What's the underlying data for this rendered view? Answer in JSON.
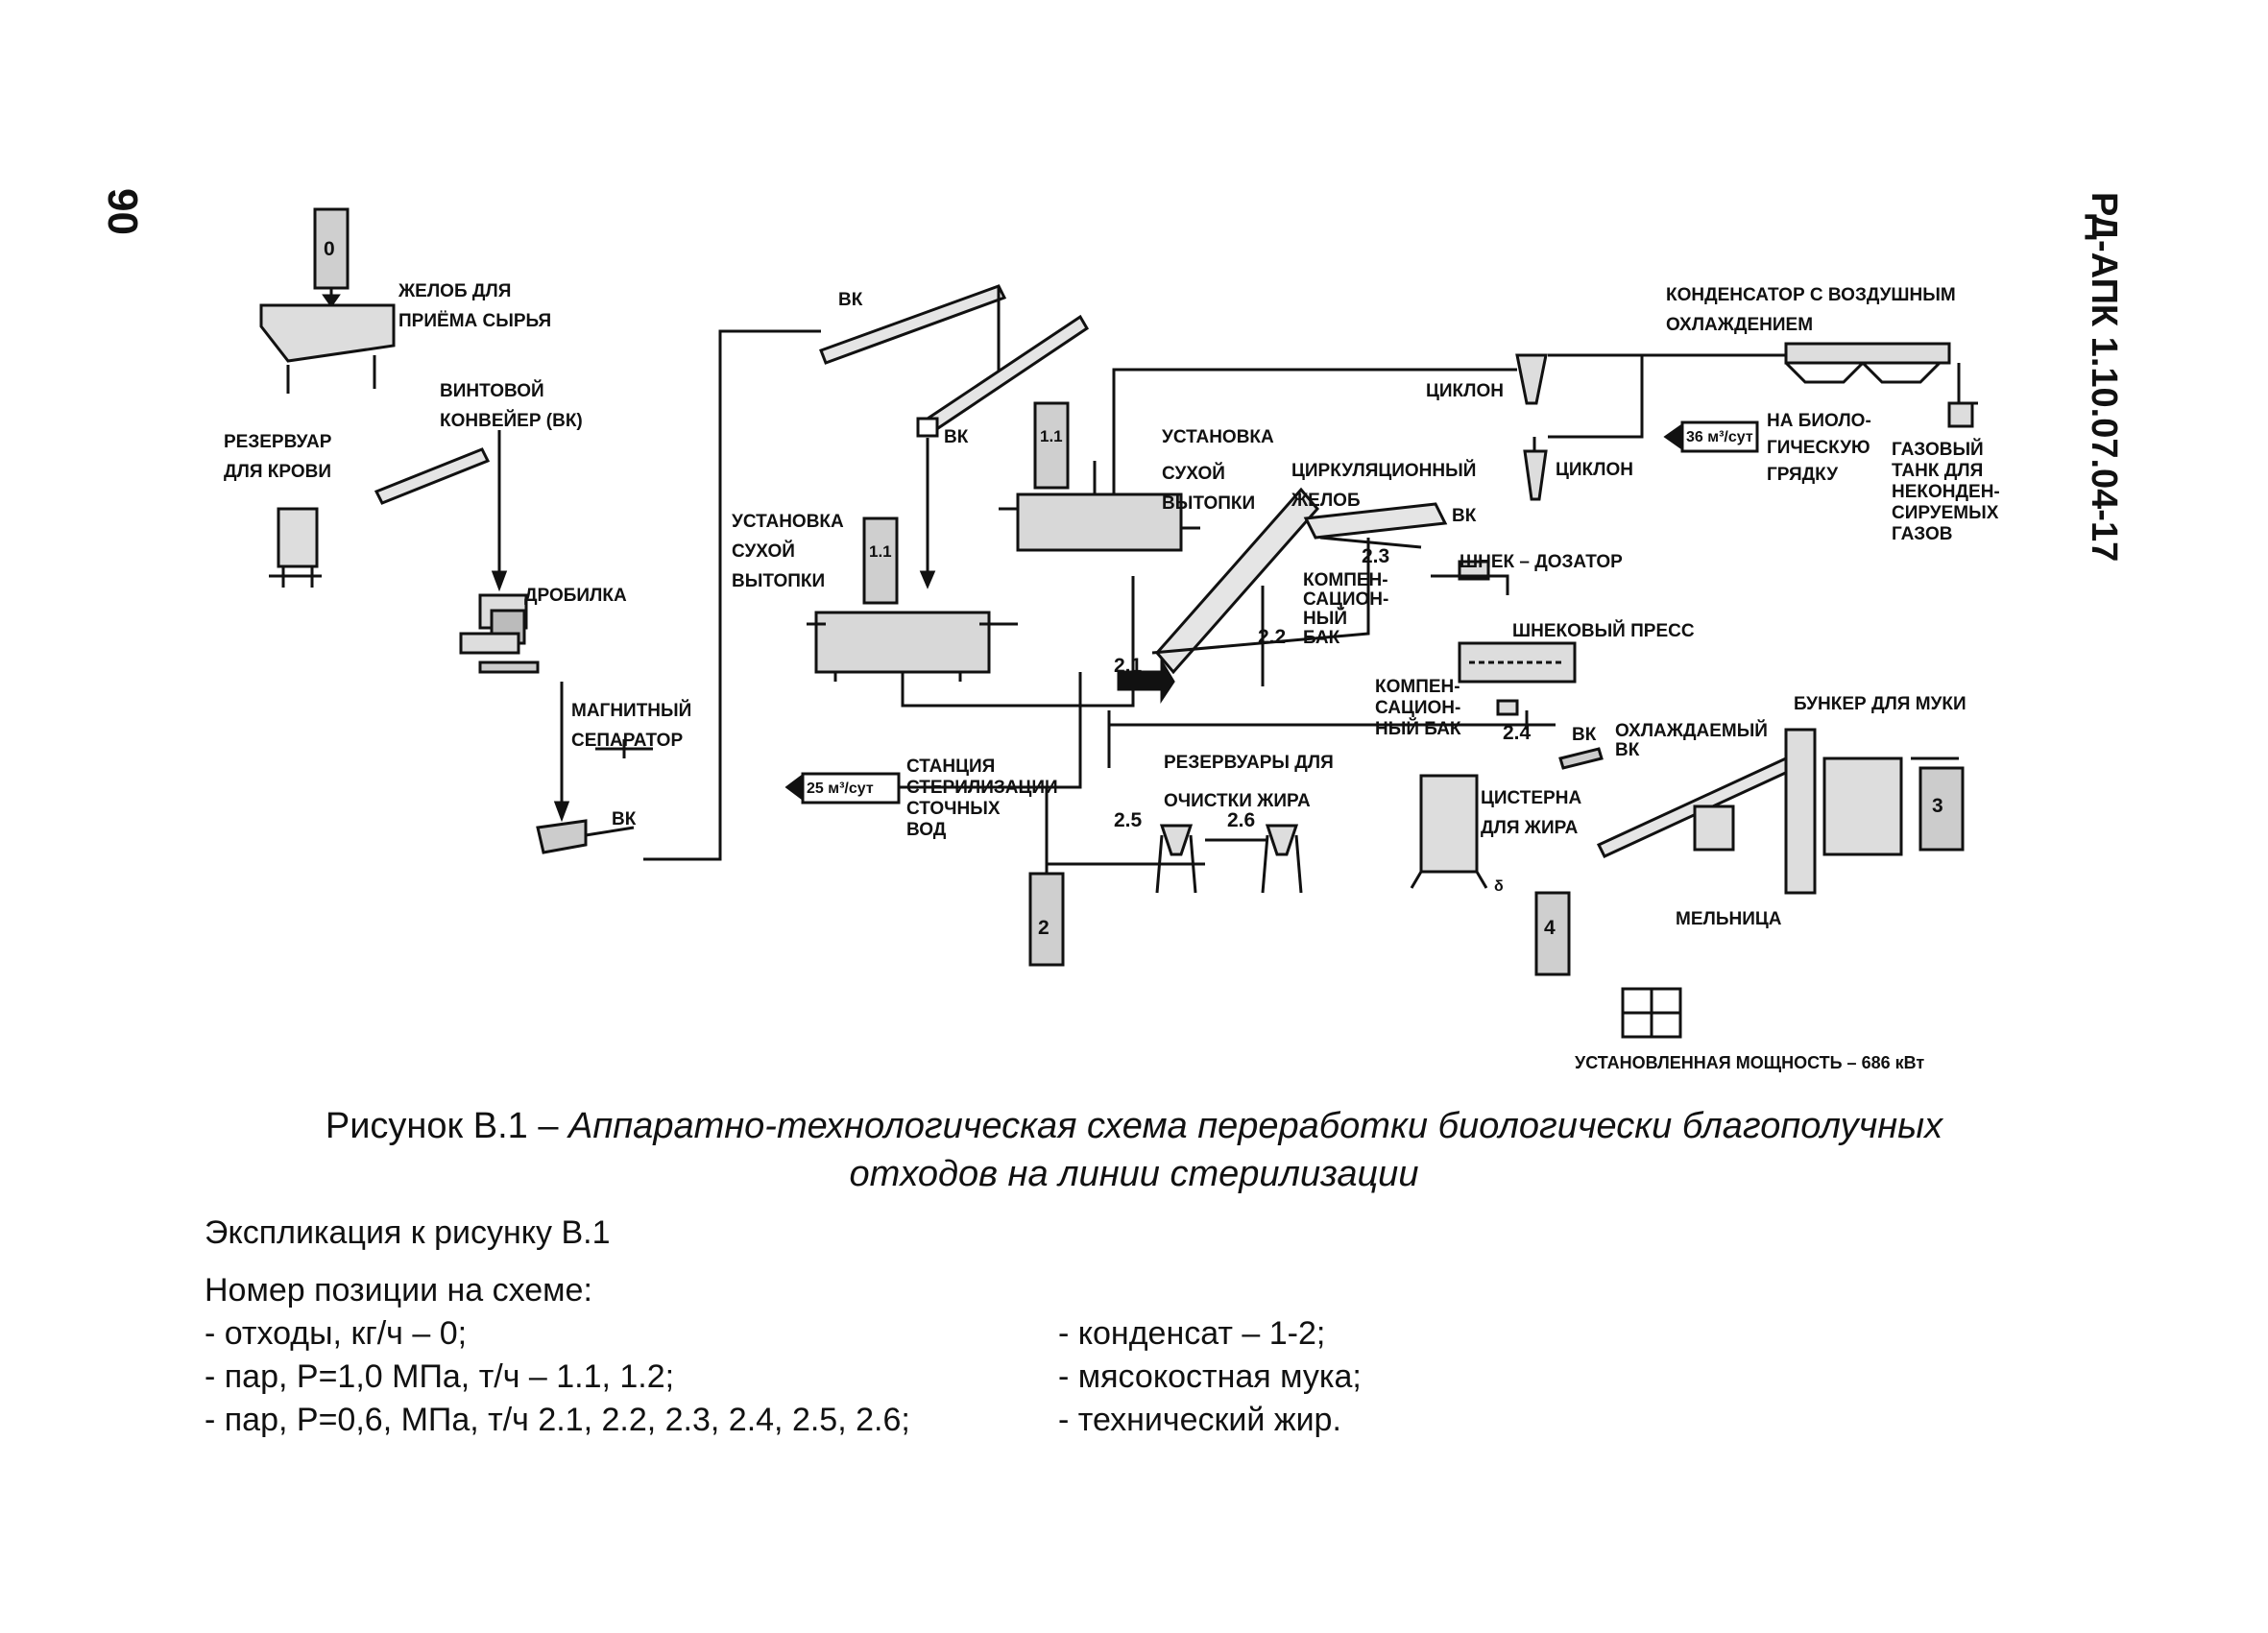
{
  "page": {
    "page_number": "90",
    "doc_id": "РД-АПК 1.10.07.04-17"
  },
  "diagram": {
    "labels": {
      "trough": "ЖЕЛОБ ДЛЯ\nПРИЁМА СЫРЬЯ",
      "screw_conveyor": "ВИНТОВОЙ\nКОНВЕЙЕР (ВК)",
      "blood_tank": "РЕЗЕРВУАР\nДЛЯ КРОВИ",
      "crusher": "ДРОБИЛКА",
      "magnetic_separator": "МАГНИТНЫЙ\nСЕПАРАТОР",
      "vk_1": "ВК",
      "vk_2": "ВК",
      "vk_3": "ВК",
      "vk_4": "ВК",
      "vk_5": "ВК",
      "dry_rendering_left": "УСТАНОВКА\nСУХОЙ\nВЫТОПКИ",
      "dry_rendering_right_title": "УСТАНОВКА",
      "dry_rendering_right": "СУХОЙ\nВЫТОПКИ",
      "circulation_trough": "ЦИРКУЛЯЦИОННЫЙ\nЖЕЛОБ",
      "cyclone_1": "ЦИКЛОН",
      "cyclone_2": "ЦИКЛОН",
      "condenser": "КОНДЕНСАТОР С ВОЗДУШНЫМ\nОХЛАЖДЕНИЕМ",
      "bio_bed": "НА БИОЛО-\nГИЧЕСКУЮ\nГРЯДКУ",
      "gas_tank": "ГАЗОВЫЙ\nТАНК ДЛЯ\nНЕКОНДЕН-\nСИРУЕМЫХ\nГАЗОВ",
      "flow_36": "36 м³/сут",
      "flow_25": "25 м³/сут",
      "comp_tank_1": "КОМПЕН-\nСАЦИОН-\nНЫЙ\nБАК",
      "comp_tank_2": "КОМПЕН-\nСАЦИОН-\nНЫЙ БАК",
      "screw_doser": "ШНЕК – ДОЗАТОР",
      "screw_press": "ШНЕКОВЫЙ ПРЕСС",
      "sterilization_station": "СТАНЦИЯ\nСТЕРИЛИЗАЦИИ\nСТОЧНЫХ\nВОД",
      "fat_cleaning": "РЕЗЕРВУАРЫ ДЛЯ\nОЧИСТКИ ЖИРА",
      "fat_tank": "ЦИСТЕРНА\nДЛЯ ЖИРА",
      "cooled_vk": "ОХЛАЖДАЕМЫЙ\nВК",
      "flour_bunker": "БУНКЕР ДЛЯ МУКИ",
      "mill": "МЕЛЬНИЦА",
      "power": "УСТАНОВЛЕННАЯ МОЩНОСТЬ – 686 кВт"
    },
    "numbers": {
      "n0": "0",
      "n11a": "1.1",
      "n11b": "1.1",
      "n21": "2.1",
      "n22": "2.2",
      "n23": "2.3",
      "n24": "2.4",
      "n25": "2.5",
      "n26": "2.6",
      "n2": "2",
      "n3": "3",
      "n4": "4",
      "delta": "δ"
    }
  },
  "caption": {
    "prefix": "Рисунок В.1 – ",
    "title_line1": "Аппаратно-технологическая схема переработки биологически благополучных",
    "title_line2": "отходов на линии стерилизации"
  },
  "explication": {
    "heading": "Экспликация к рисунку В.1",
    "subheading": "Номер позиции на схеме:",
    "left": [
      "- отходы, кг/ч – 0;",
      "- пар, Р=1,0 МПа, т/ч – 1.1, 1.2;",
      "- пар, Р=0,6, МПа, т/ч 2.1, 2.2, 2.3, 2.4, 2.5, 2.6;"
    ],
    "right": [
      "- конденсат – 1-2;",
      "- мясокостная мука;",
      "- технический жир."
    ]
  }
}
